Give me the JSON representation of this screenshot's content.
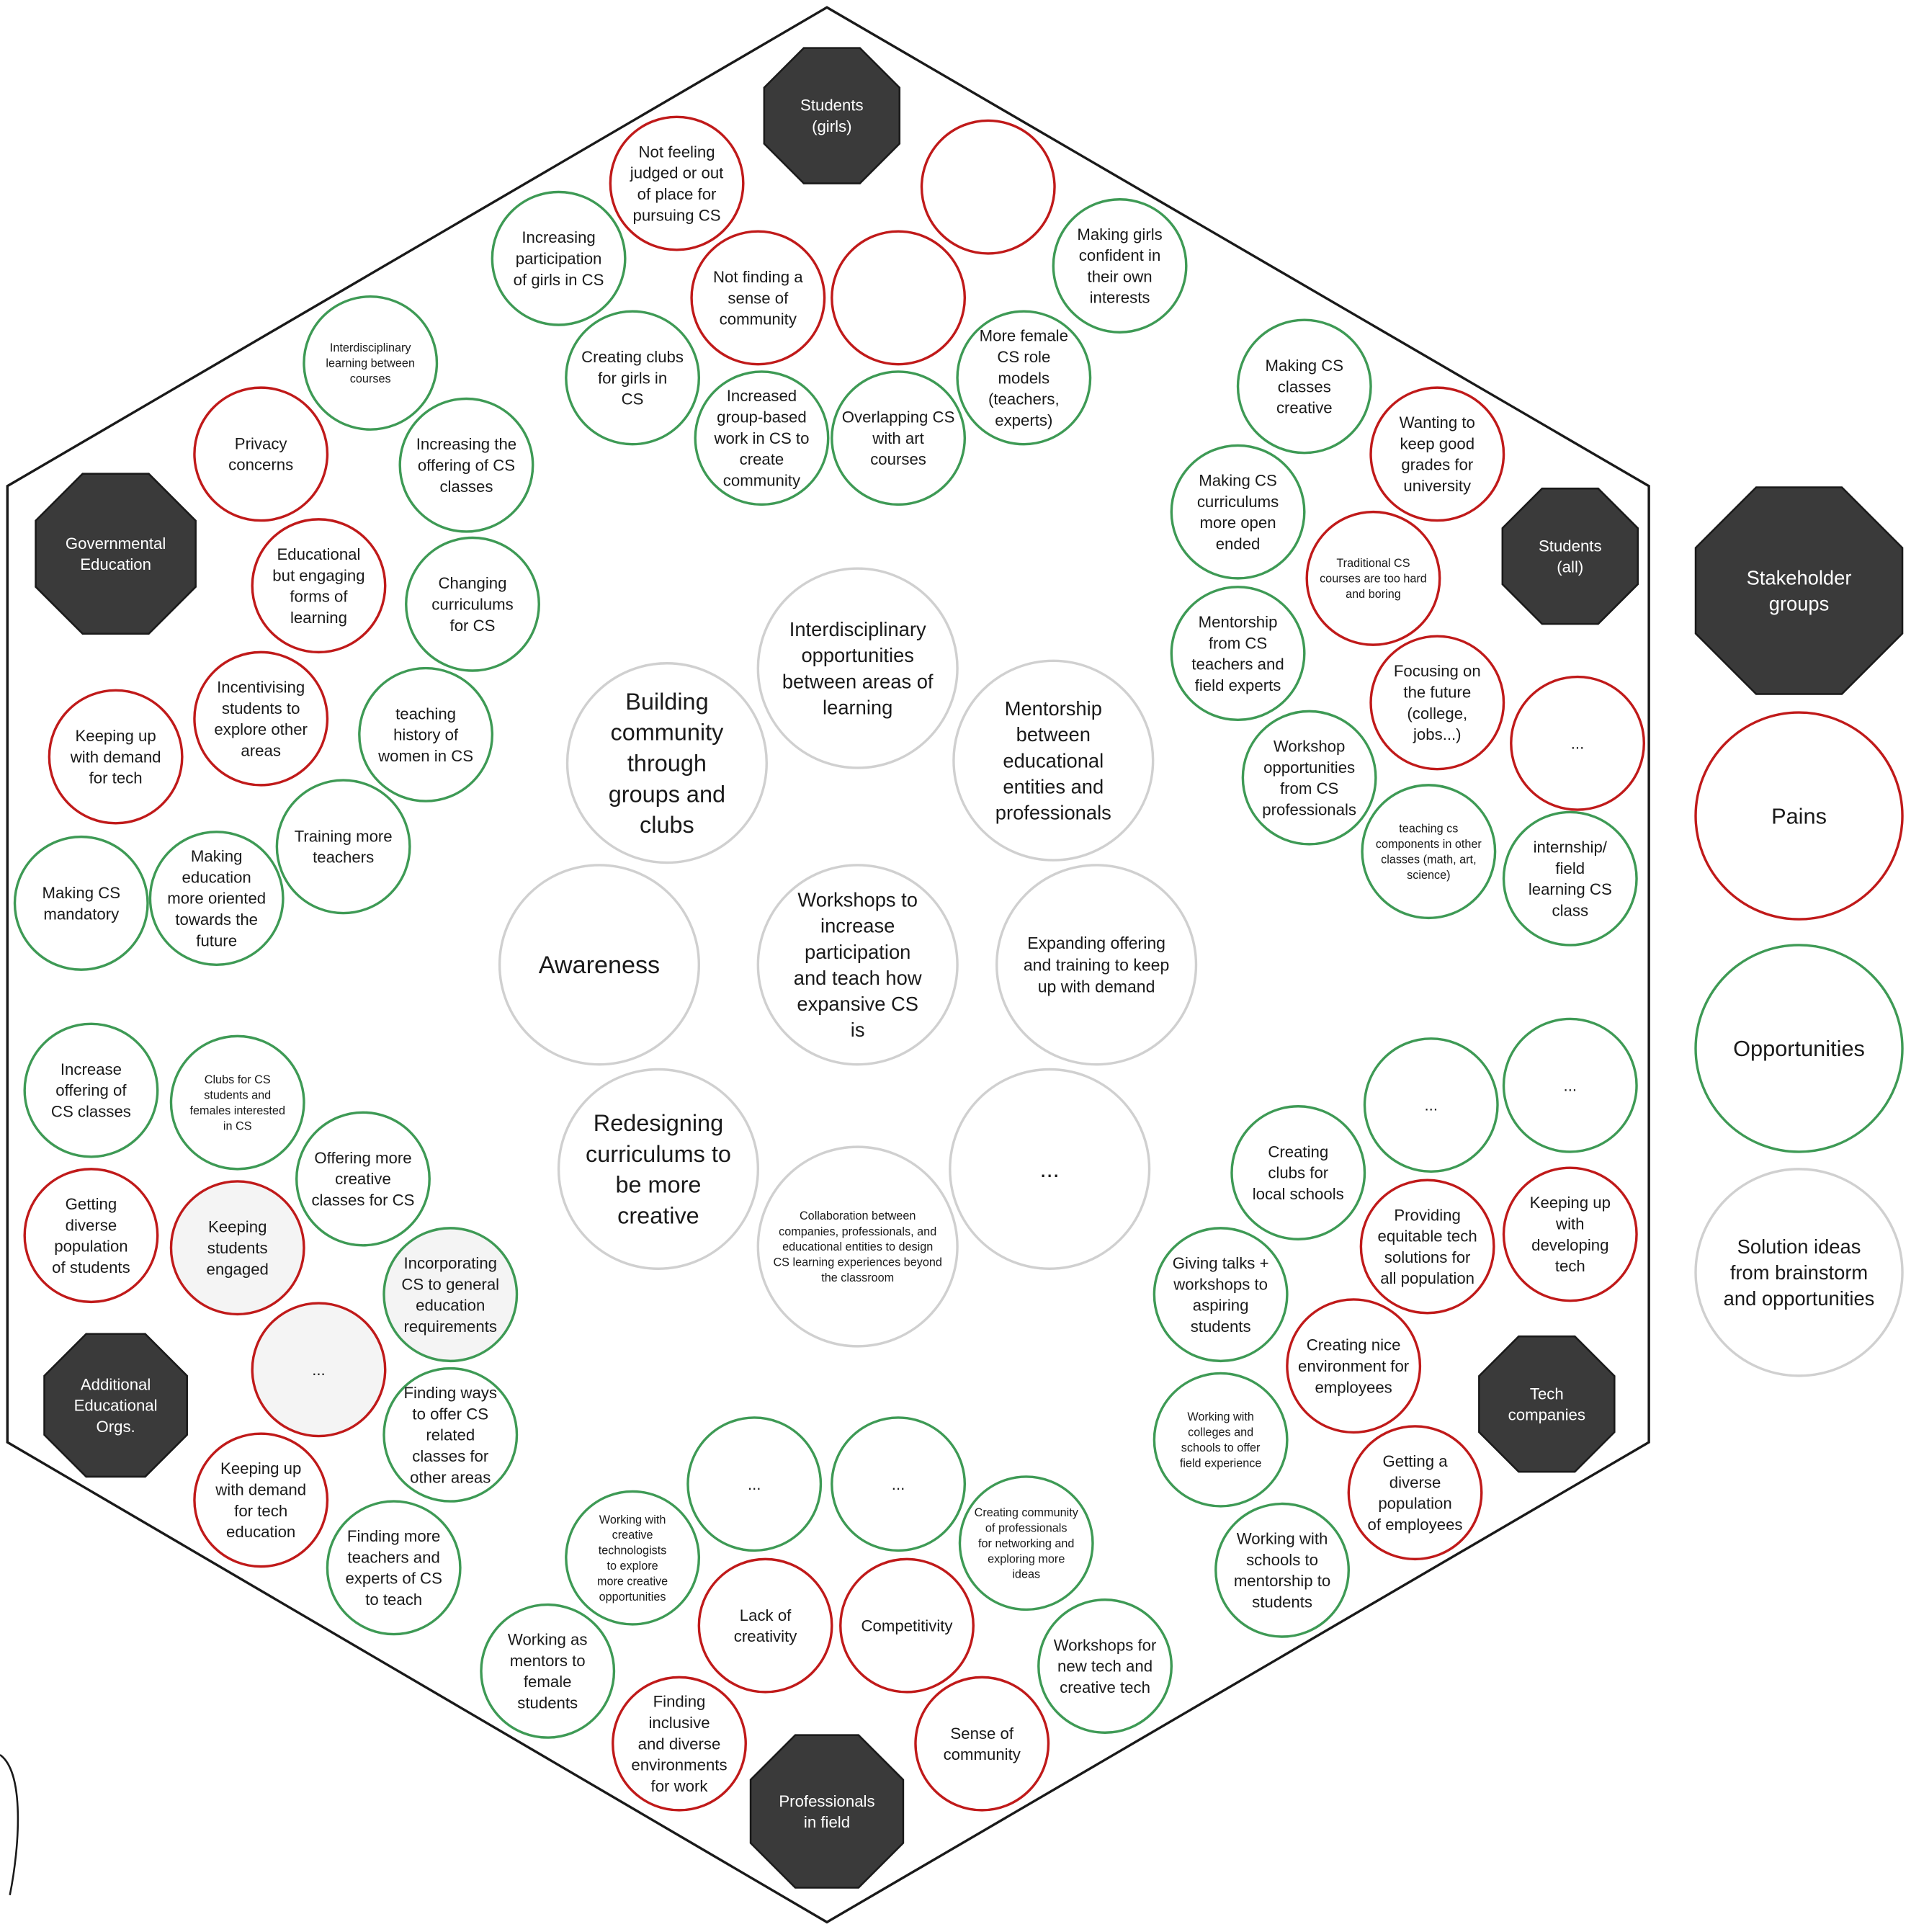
{
  "colors": {
    "pain": "#c01a1a",
    "opportunity": "#3e9a55",
    "solution": "#d0d0d0",
    "stakeholder": "#3a3a3a",
    "outline": "#1a1a1a",
    "text": "#1a1a1a",
    "stakeholder_text": "#ffffff",
    "gray_fill": "#f4f4f4"
  },
  "legend": {
    "stakeholder": "Stakeholder groups",
    "pains": "Pains",
    "opportunities": "Opportunities",
    "solutions": "Solution ideas from brainstorm and opportunities"
  },
  "stakeholders": [
    {
      "id": "students-girls",
      "label": "Students (girls)"
    },
    {
      "id": "governmental-education",
      "label": "Governmental Education"
    },
    {
      "id": "students-all",
      "label": "Students (all)"
    },
    {
      "id": "additional-educational-orgs",
      "label": "Additional Educational Orgs."
    },
    {
      "id": "tech-companies",
      "label": "Tech companies"
    },
    {
      "id": "professionals-in-field",
      "label": "Professionals in field"
    }
  ],
  "solutions": [
    {
      "id": "interdisciplinary",
      "label": "Interdisciplinary opportunities between areas of learning"
    },
    {
      "id": "building-community",
      "label": "Building community through groups and clubs"
    },
    {
      "id": "mentorship",
      "label": "Mentorship between educational entities and professionals"
    },
    {
      "id": "awareness",
      "label": "Awareness"
    },
    {
      "id": "workshops",
      "label": "Workshops to increase participation and teach how expansive CS is"
    },
    {
      "id": "expanding-offering",
      "label": "Expanding offering and training to keep up with demand"
    },
    {
      "id": "redesigning",
      "label": "Redesigning curriculums to be more creative"
    },
    {
      "id": "ellipsis",
      "label": "..."
    },
    {
      "id": "collaboration",
      "label": "Collaboration between companies, professionals, and educational entities to design CS learning experiences beyond the classroom"
    }
  ],
  "items": [
    {
      "type": "pain",
      "label": "Not feeling judged or out of place for pursuing CS"
    },
    {
      "type": "pain",
      "label": ""
    },
    {
      "type": "opportunity",
      "label": "Increasing participation of girls in CS"
    },
    {
      "type": "pain",
      "label": "Not finding a sense of community"
    },
    {
      "type": "pain",
      "label": ""
    },
    {
      "type": "opportunity",
      "label": "Making girls confident in their own interests"
    },
    {
      "type": "opportunity",
      "label": "Creating clubs for girls in CS"
    },
    {
      "type": "opportunity",
      "label": "More female CS role models (teachers, experts)"
    },
    {
      "type": "opportunity",
      "label": "Increased group-based work in CS to create community"
    },
    {
      "type": "opportunity",
      "label": "Overlapping CS with art courses"
    },
    {
      "type": "opportunity",
      "label": "Interdisciplinary learning between courses"
    },
    {
      "type": "pain",
      "label": "Privacy concerns"
    },
    {
      "type": "opportunity",
      "label": "Increasing the offering of CS classes"
    },
    {
      "type": "pain",
      "label": "Educational but engaging forms of learning"
    },
    {
      "type": "opportunity",
      "label": "Changing curriculums for CS"
    },
    {
      "type": "pain",
      "label": "Incentivising students to explore other areas"
    },
    {
      "type": "pain",
      "label": "Keeping up with demand for tech"
    },
    {
      "type": "opportunity",
      "label": "teaching history of women in CS"
    },
    {
      "type": "opportunity",
      "label": "Training more teachers"
    },
    {
      "type": "opportunity",
      "label": "Making CS mandatory"
    },
    {
      "type": "opportunity",
      "label": "Making education more oriented towards the future"
    },
    {
      "type": "opportunity",
      "label": "Making CS classes creative"
    },
    {
      "type": "pain",
      "label": "Wanting to keep good grades for university"
    },
    {
      "type": "opportunity",
      "label": "Making CS curriculums more open ended"
    },
    {
      "type": "pain",
      "label": "Traditional CS courses are too hard and boring"
    },
    {
      "type": "opportunity",
      "label": "Mentorship from CS teachers and field experts"
    },
    {
      "type": "pain",
      "label": "Focusing on the future (college, jobs...)"
    },
    {
      "type": "pain",
      "label": "..."
    },
    {
      "type": "opportunity",
      "label": "Workshop opportunities from CS professionals"
    },
    {
      "type": "opportunity",
      "label": "teaching cs components in other classes (math, art, science)"
    },
    {
      "type": "opportunity",
      "label": "internship/ field learning CS class"
    },
    {
      "type": "opportunity",
      "label": "Increase offering of CS classes"
    },
    {
      "type": "opportunity",
      "label": "Clubs for CS students and females interested in CS"
    },
    {
      "type": "opportunity",
      "label": "Offering more creative classes for CS"
    },
    {
      "type": "pain",
      "label": "Getting diverse population of students"
    },
    {
      "type": "pain",
      "label": "Keeping students engaged"
    },
    {
      "type": "opportunity",
      "label": "Incorporating CS to general education requirements"
    },
    {
      "type": "pain",
      "label": "..."
    },
    {
      "type": "opportunity",
      "label": "Finding ways to offer CS related classes for other areas"
    },
    {
      "type": "pain",
      "label": "Keeping up with demand for tech education"
    },
    {
      "type": "opportunity",
      "label": "Finding more teachers and experts of CS to teach"
    },
    {
      "type": "opportunity",
      "label": "..."
    },
    {
      "type": "opportunity",
      "label": "..."
    },
    {
      "type": "opportunity",
      "label": "Creating clubs for local schools"
    },
    {
      "type": "pain",
      "label": "Providing equitable tech solutions for all population"
    },
    {
      "type": "pain",
      "label": "Keeping up with developing tech"
    },
    {
      "type": "opportunity",
      "label": "Giving talks + workshops to aspiring students"
    },
    {
      "type": "pain",
      "label": "Creating nice environment for employees"
    },
    {
      "type": "opportunity",
      "label": "Working with colleges and schools to offer field experience"
    },
    {
      "type": "pain",
      "label": "Getting a diverse population of employees"
    },
    {
      "type": "opportunity",
      "label": "Working with schools to mentorship to students"
    },
    {
      "type": "opportunity",
      "label": "..."
    },
    {
      "type": "opportunity",
      "label": "..."
    },
    {
      "type": "opportunity",
      "label": "Working with creative technologists to explore more creative opportunities"
    },
    {
      "type": "opportunity",
      "label": "Creating community of professionals for networking and exploring more ideas"
    },
    {
      "type": "pain",
      "label": "Lack of creativity"
    },
    {
      "type": "pain",
      "label": "Competitivity"
    },
    {
      "type": "opportunity",
      "label": "Working as mentors to female students"
    },
    {
      "type": "opportunity",
      "label": "Workshops for new tech and creative tech"
    },
    {
      "type": "pain",
      "label": "Finding inclusive and diverse environments for work"
    },
    {
      "type": "pain",
      "label": "Sense of community"
    }
  ]
}
